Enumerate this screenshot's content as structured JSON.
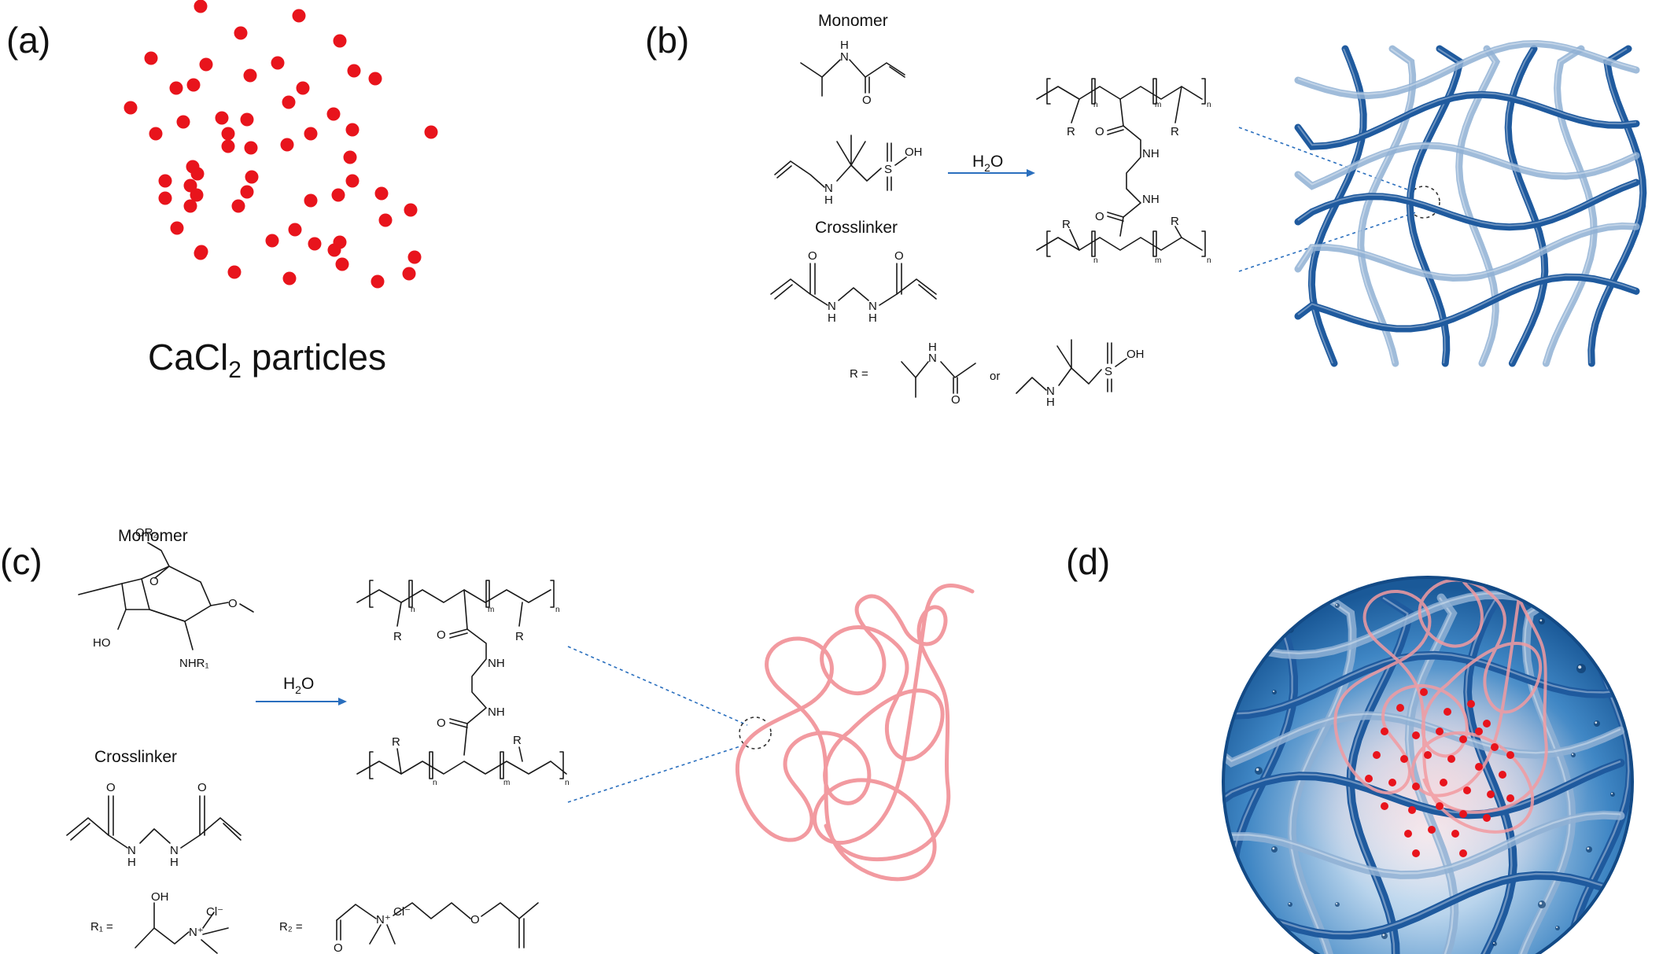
{
  "panels": {
    "a": {
      "label": "(a)",
      "caption_main": "CaCl",
      "caption_sub": "2",
      "caption_rest": " particles"
    },
    "b": {
      "label": "(b)",
      "monomer": "Monomer",
      "crosslinker": "Crosslinker",
      "reagent_main": "H",
      "reagent_sub": "2",
      "reagent_rest": "O",
      "r_def": "R  =",
      "or": "or"
    },
    "c": {
      "label": "(c)",
      "monomer": "Monomer",
      "crosslinker": "Crosslinker",
      "reagent_main": "H",
      "reagent_sub": "2",
      "reagent_rest": "O",
      "r1_def": "R₁  =",
      "r2_def": "R₂  ="
    },
    "d": {
      "label": "(d)"
    }
  },
  "atoms": {
    "N": "N",
    "H": "H",
    "O": "O",
    "S": "S",
    "OH": "OH",
    "NH": "NH",
    "R": "R",
    "HO": "HO",
    "n": "n",
    "m": "m",
    "OR2": "OR₂",
    "NHR1": "NHR₁",
    "N_plus": "N⁺",
    "Cl_minus": "Cl⁻"
  },
  "colors": {
    "particle": "#e8141c",
    "network_dark": "#1f5a9e",
    "network_light": "#8fb0d3",
    "coil": "#f29aa0",
    "arrow": "#2a6fbe",
    "sphere_edge": "#1d5c9c",
    "sphere_center": "#e9f1fa"
  },
  "icons": {
    "network": "hydrogel-network",
    "coil": "polymer-coil",
    "sphere": "composite-sphere"
  }
}
